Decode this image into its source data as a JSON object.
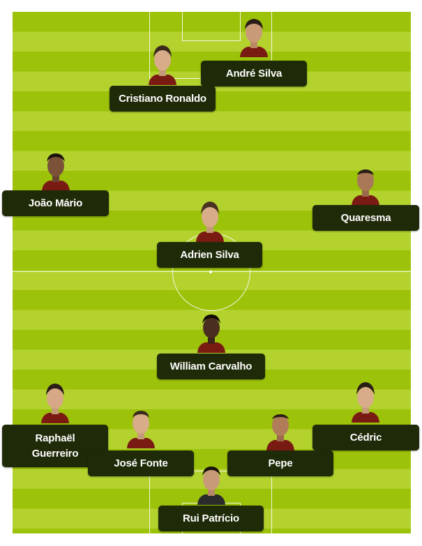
{
  "colors": {
    "pitch_light": "#b3d22e",
    "pitch_dark": "#9cc20a",
    "label_bg": "#1f2a08",
    "label_text": "#ffffff",
    "kit": "#7a1b13"
  },
  "players": {
    "andre_silva": {
      "name": "André Silva",
      "icon": "player-portrait"
    },
    "cristiano_ronaldo": {
      "name": "Cristiano Ronaldo",
      "icon": "player-portrait"
    },
    "joao_mario": {
      "name": "João Mário",
      "icon": "player-portrait"
    },
    "quaresma": {
      "name": "Quaresma",
      "icon": "player-portrait"
    },
    "adrien_silva": {
      "name": "Adrien Silva",
      "icon": "player-portrait"
    },
    "william_carvalho": {
      "name": "William Carvalho",
      "icon": "player-portrait"
    },
    "raphael_guerreiro": {
      "name_line1": "Raphaël",
      "name_line2": "Guerreiro",
      "icon": "player-portrait"
    },
    "cedric": {
      "name": "Cédric",
      "icon": "player-portrait"
    },
    "jose_fonte": {
      "name": "José Fonte",
      "icon": "player-portrait"
    },
    "pepe": {
      "name": "Pepe",
      "icon": "player-portrait"
    },
    "rui_patricio": {
      "name": "Rui Patrício",
      "icon": "player-portrait"
    }
  }
}
